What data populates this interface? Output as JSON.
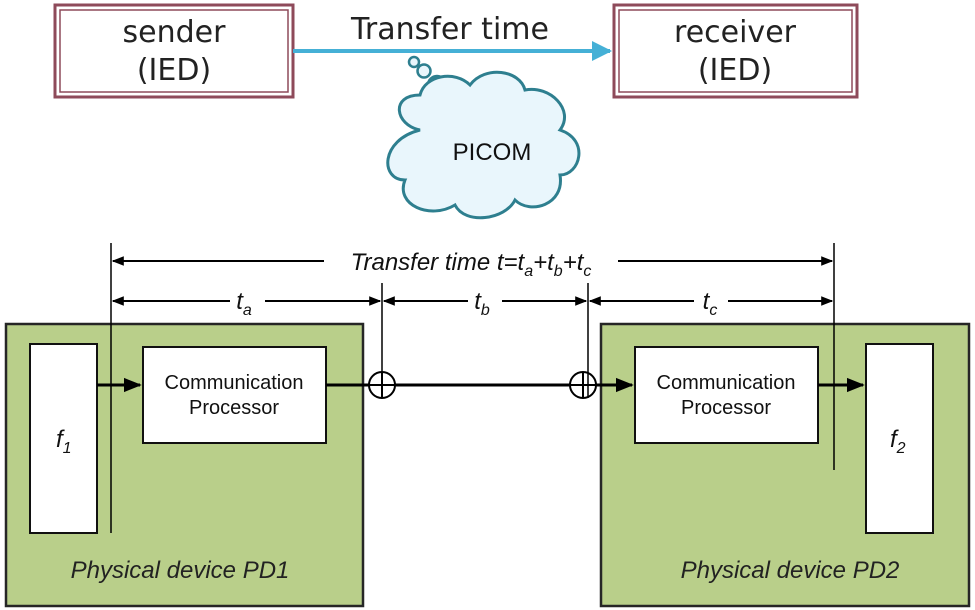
{
  "top": {
    "sender": {
      "line1": "sender",
      "line2": "(IED)"
    },
    "receiver": {
      "line1": "receiver",
      "line2": "(IED)"
    },
    "transfer_label": "Transfer time",
    "cloud_label": "PICOM"
  },
  "timeline": {
    "total": {
      "prefix": "Transfer time t=",
      "t": "t",
      "a": "a",
      "b": "b",
      "c": "c",
      "plus": "+"
    },
    "ta": {
      "t": "t",
      "sub": "a"
    },
    "tb": {
      "t": "t",
      "sub": "b"
    },
    "tc": {
      "t": "t",
      "sub": "c"
    }
  },
  "pd1": {
    "label": "Physical device PD1",
    "func": {
      "f": "f",
      "sub": "1"
    },
    "proc_line1": "Communication",
    "proc_line2": "Processor"
  },
  "pd2": {
    "label": "Physical device PD2",
    "func": {
      "f": "f",
      "sub": "2"
    },
    "proc_line1": "Communication",
    "proc_line2": "Processor"
  },
  "colors": {
    "box_border": "#8e4a5a",
    "arrow": "#45b0d6",
    "cloud_fill": "#e9f6fc",
    "cloud_stroke": "#2e7f8f",
    "device_fill": "#b9cf8a",
    "device_stroke": "#262626"
  }
}
